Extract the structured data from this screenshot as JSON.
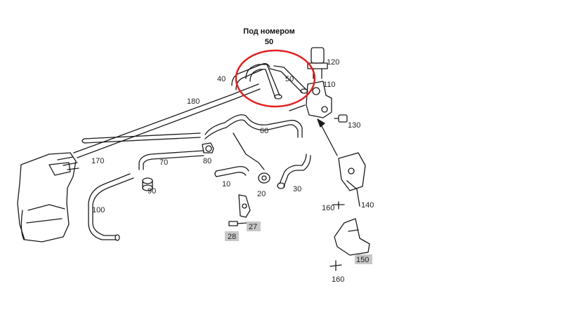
{
  "annotation": {
    "title_line1": "Под номером",
    "title_line2": "50",
    "highlight_color": "#e02020"
  },
  "labels": {
    "p10": "10",
    "p20": "20",
    "p27": "27",
    "p28": "28",
    "p30": "30",
    "p40": "40",
    "p50": "50",
    "p60": "60",
    "p70": "70",
    "p80": "80",
    "p90": "90",
    "p100": "100",
    "p110": "110",
    "p120": "120",
    "p130": "130",
    "p140": "140",
    "p150": "150",
    "p160a": "160",
    "p160b": "160",
    "p170": "170",
    "p180": "180"
  }
}
